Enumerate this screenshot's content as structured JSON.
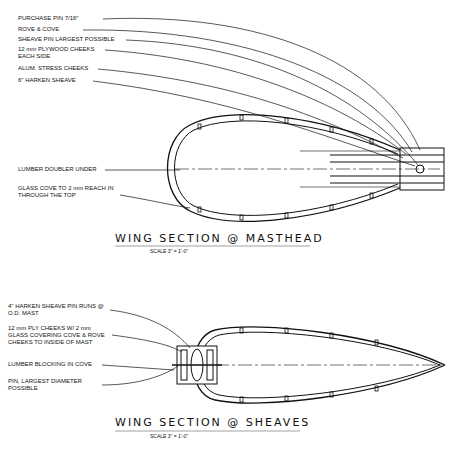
{
  "diagram": {
    "labels": [
      "PURCHASE PIN 7/16\"",
      "ROVE & COVE",
      "SHEAVE PIN LARGEST POSSIBLE",
      "12 mm PLYWOOD CHEEKS EACH SIDE",
      "ALUM. STRESS CHEEKS",
      "6\" HARKEN SHEAVE",
      "LUMBER DOUBLER UNDER",
      "GLASS COVE TO 2 mm REACH IN THROUGH THE TOP",
      "WING SECTION @ MASTHEAD",
      "SCALE 3\" = 1'-0\"",
      "4\" HARKEN SHEAVE PIN RUNS @ O.D. MAST",
      "12 mm PLY CHEEKS W/ 2 mm GLASS COVERING COVE & ROVE CHEEKS TO INSIDE OF MAST",
      "LUMBER BLOCKING IN COVE",
      "PIN, LARGEST DIAMETER POSSIBLE",
      "WING SECTION @ SHEAVES",
      "SCALE 3\" = 1'-0\""
    ]
  }
}
